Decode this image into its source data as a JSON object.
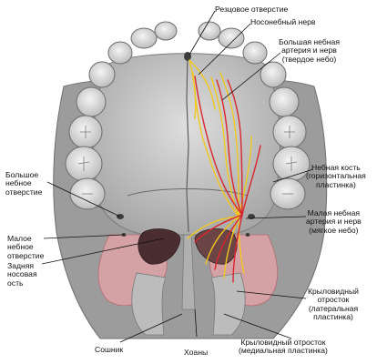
{
  "labels": {
    "incisive_foramen": "Резцовое отверстие",
    "nasopalatine_nerve": "Носонебный нерв",
    "greater_palatine_artery_nerve": "Большая небная\nартерия и нерв\n(твердое небо)",
    "palatine_bone": "Небная кость\n(горизонтальная\nпластинка)",
    "lesser_palatine_artery_nerve": "Малая небная\nартерия и нерв\n(мягкое небо)",
    "pterygoid_lateral_plate": "Крыловидный\nотросток\n(латеральная\nпластинка)",
    "pterygoid_medial_plate": "Крыловидный отросток\n(медиальная пластинка)",
    "choanae": "Хоаны",
    "vomer": "Сошник",
    "posterior_nasal_spine": "Задняя\nносовая\nость",
    "lesser_palatine_foramen": "Малое\nнебное\nотверстие",
    "greater_palatine_foramen": "Большое\nнебное\nотверстие"
  },
  "colors": {
    "bone": "#c9c9c9",
    "bone_dark": "#8f8f8f",
    "artery": "#d9262b",
    "nerve": "#f2c81e",
    "soft_palate": "#e7a3a8"
  }
}
